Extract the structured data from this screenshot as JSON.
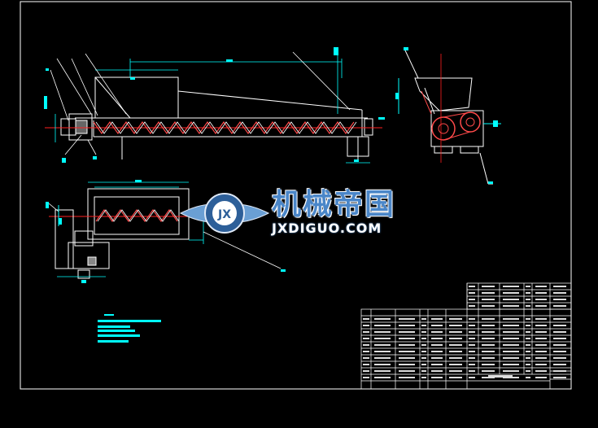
{
  "drawing": {
    "description_visible": "CAD drawing of a screw conveyor with plan view, side view and parts table",
    "colors": {
      "background": "#000000",
      "frame": "#ffffff",
      "part_outline": "#ffffff",
      "screw_flight": "#ff4a4a",
      "dimension": "#00ffff",
      "centerline": "#ff2020",
      "note_block": "#00ffff"
    }
  },
  "watermark": {
    "cn": "机械帝国",
    "en": "JXDIGUO.COM",
    "logo_letters": "JX"
  }
}
